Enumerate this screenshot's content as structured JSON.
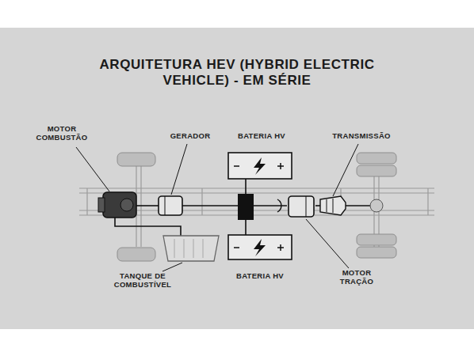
{
  "diagram": {
    "title": "ARQUITETURA HEV (HYBRID ELECTRIC VEHICLE) - EM SÉRIE",
    "labels": [
      "MOTOR COMBUSTÃO",
      "GERADOR",
      "BATERIA HV",
      "TRANSMISSÃO",
      "TANQUE DE COMBUSTÍVEL",
      "BATERIA HV",
      "MOTOR TRAÇÃO"
    ]
  }
}
